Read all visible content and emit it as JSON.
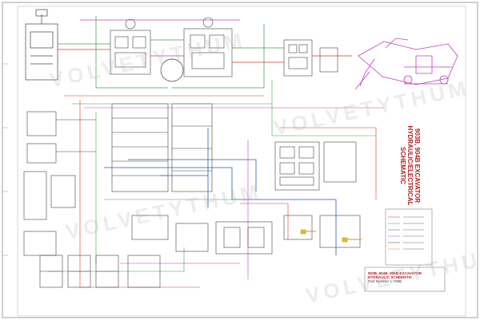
{
  "title": {
    "line1": "903B, 904B EXCAVATOR",
    "line2": "HYDRAULIC/ELECTRICAL",
    "line3": "SCHEMATIC"
  },
  "footer": {
    "line1": "903B, 904B, 906B EXCAVATOR",
    "line2": "HYDRAULIC SCHEMATIC",
    "line3": "Part Number 1-7098"
  },
  "watermark": "VOLVETYTHUM",
  "colors": {
    "wire_red": "#d23a2a",
    "wire_green": "#3aa34a",
    "wire_blue": "#2d5aa8",
    "wire_magenta": "#c23ab8",
    "wire_black": "#404040",
    "wire_yellow": "#e0c020",
    "wire_orange": "#e8861e",
    "wire_purple": "#8a3aa8"
  }
}
